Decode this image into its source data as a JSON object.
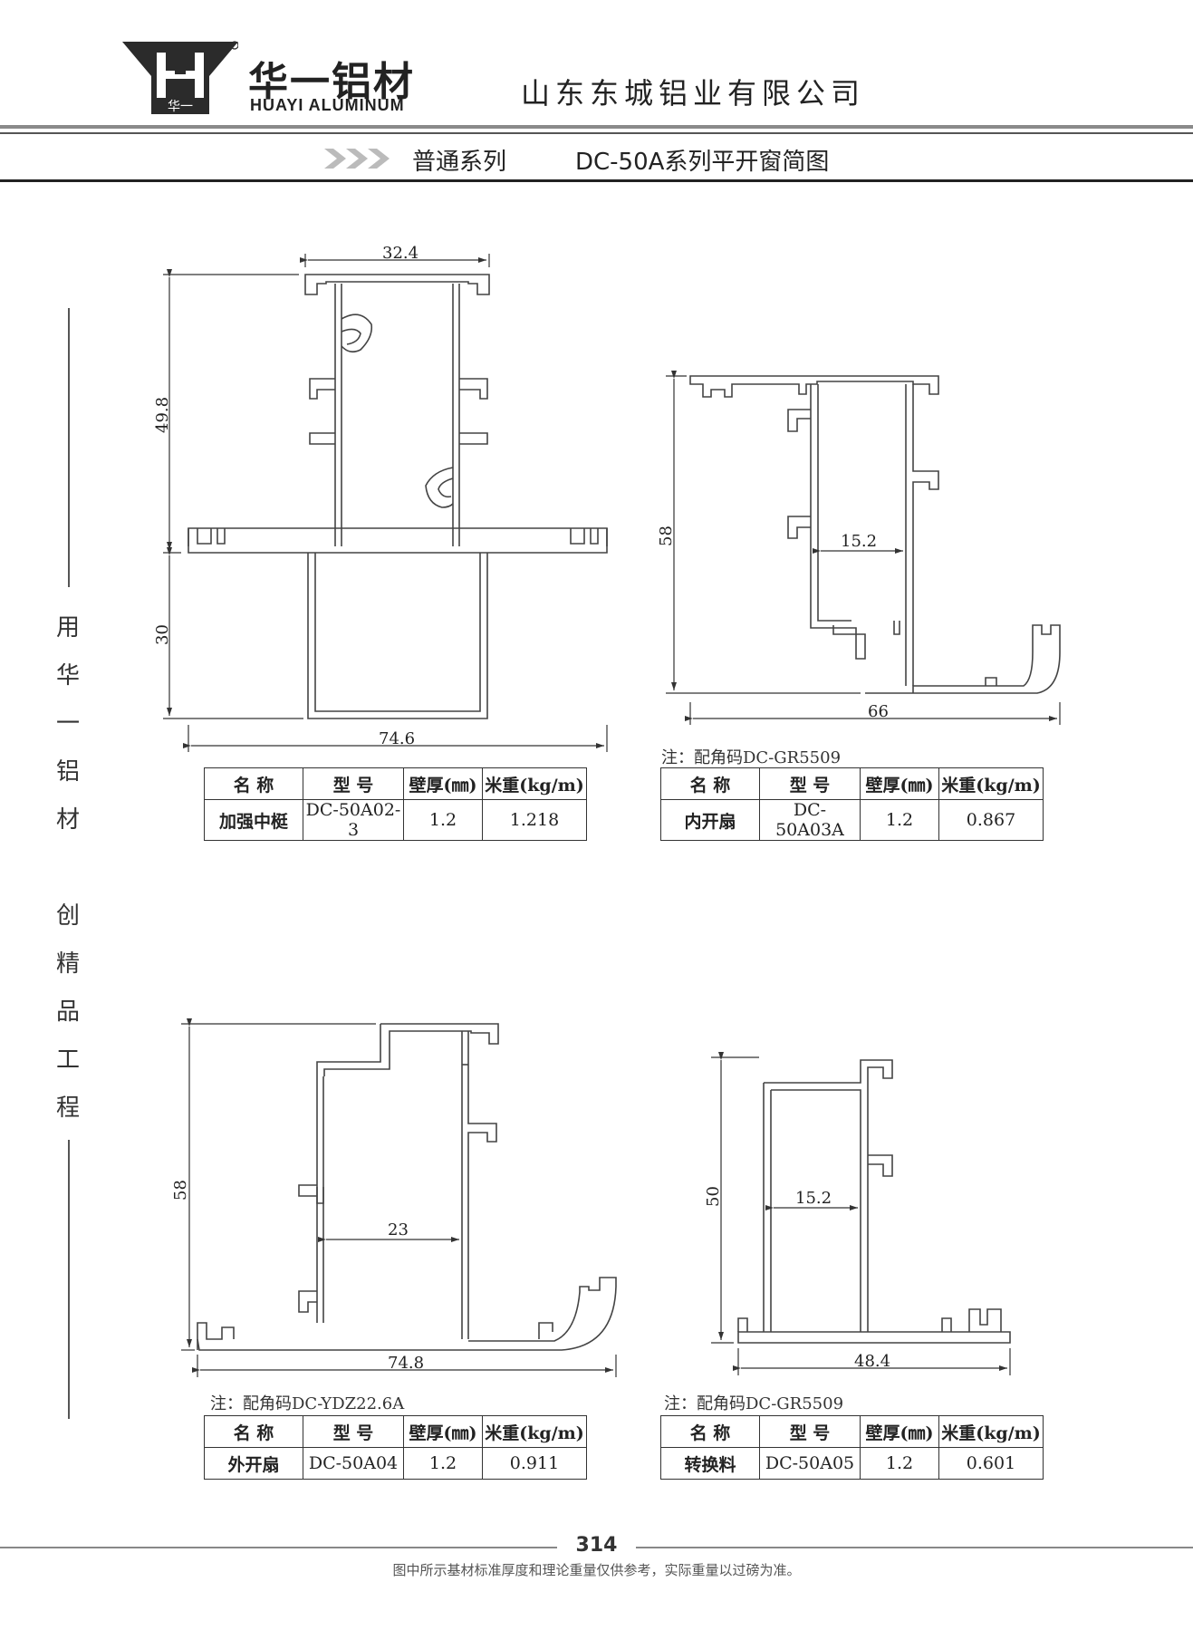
{
  "header": {
    "logo_text": "华一",
    "brand_cn": "华一铝材",
    "brand_en": "HUAYI ALUMINUM",
    "company": "山东东城铝业有限公司",
    "series": "普通系列",
    "title": "DC-50A系列平开窗简图"
  },
  "slogan": [
    "用",
    "华",
    "一",
    "铝",
    "材",
    "创",
    "精",
    "品",
    "工",
    "程"
  ],
  "table_headers": {
    "name": "名 称",
    "model": "型 号",
    "thickness": "壁厚(㎜)",
    "weight": "米重(kg/m)"
  },
  "profiles": [
    {
      "name": "加强中梃",
      "model": "DC-50A02-3",
      "thickness": "1.2",
      "weight": "1.218",
      "note": "",
      "dims": [
        "32.4",
        "49.8",
        "30",
        "74.6"
      ]
    },
    {
      "name": "内开扇",
      "model": "DC-50A03A",
      "thickness": "1.2",
      "weight": "0.867",
      "note": "注：配角码DC-GR5509",
      "dims": [
        "58",
        "15.2",
        "66"
      ]
    },
    {
      "name": "外开扇",
      "model": "DC-50A04",
      "thickness": "1.2",
      "weight": "0.911",
      "note": "注：配角码DC-YDZ22.6A",
      "dims": [
        "58",
        "23",
        "74.8"
      ]
    },
    {
      "name": "转换料",
      "model": "DC-50A05",
      "thickness": "1.2",
      "weight": "0.601",
      "note": "注：配角码DC-GR5509",
      "dims": [
        "50",
        "15.2",
        "48.4"
      ]
    }
  ],
  "footer": {
    "page_number": "314",
    "disclaimer": "图中所示基材标准厚度和理论重量仅供参考，实际重量以过磅为准。"
  }
}
